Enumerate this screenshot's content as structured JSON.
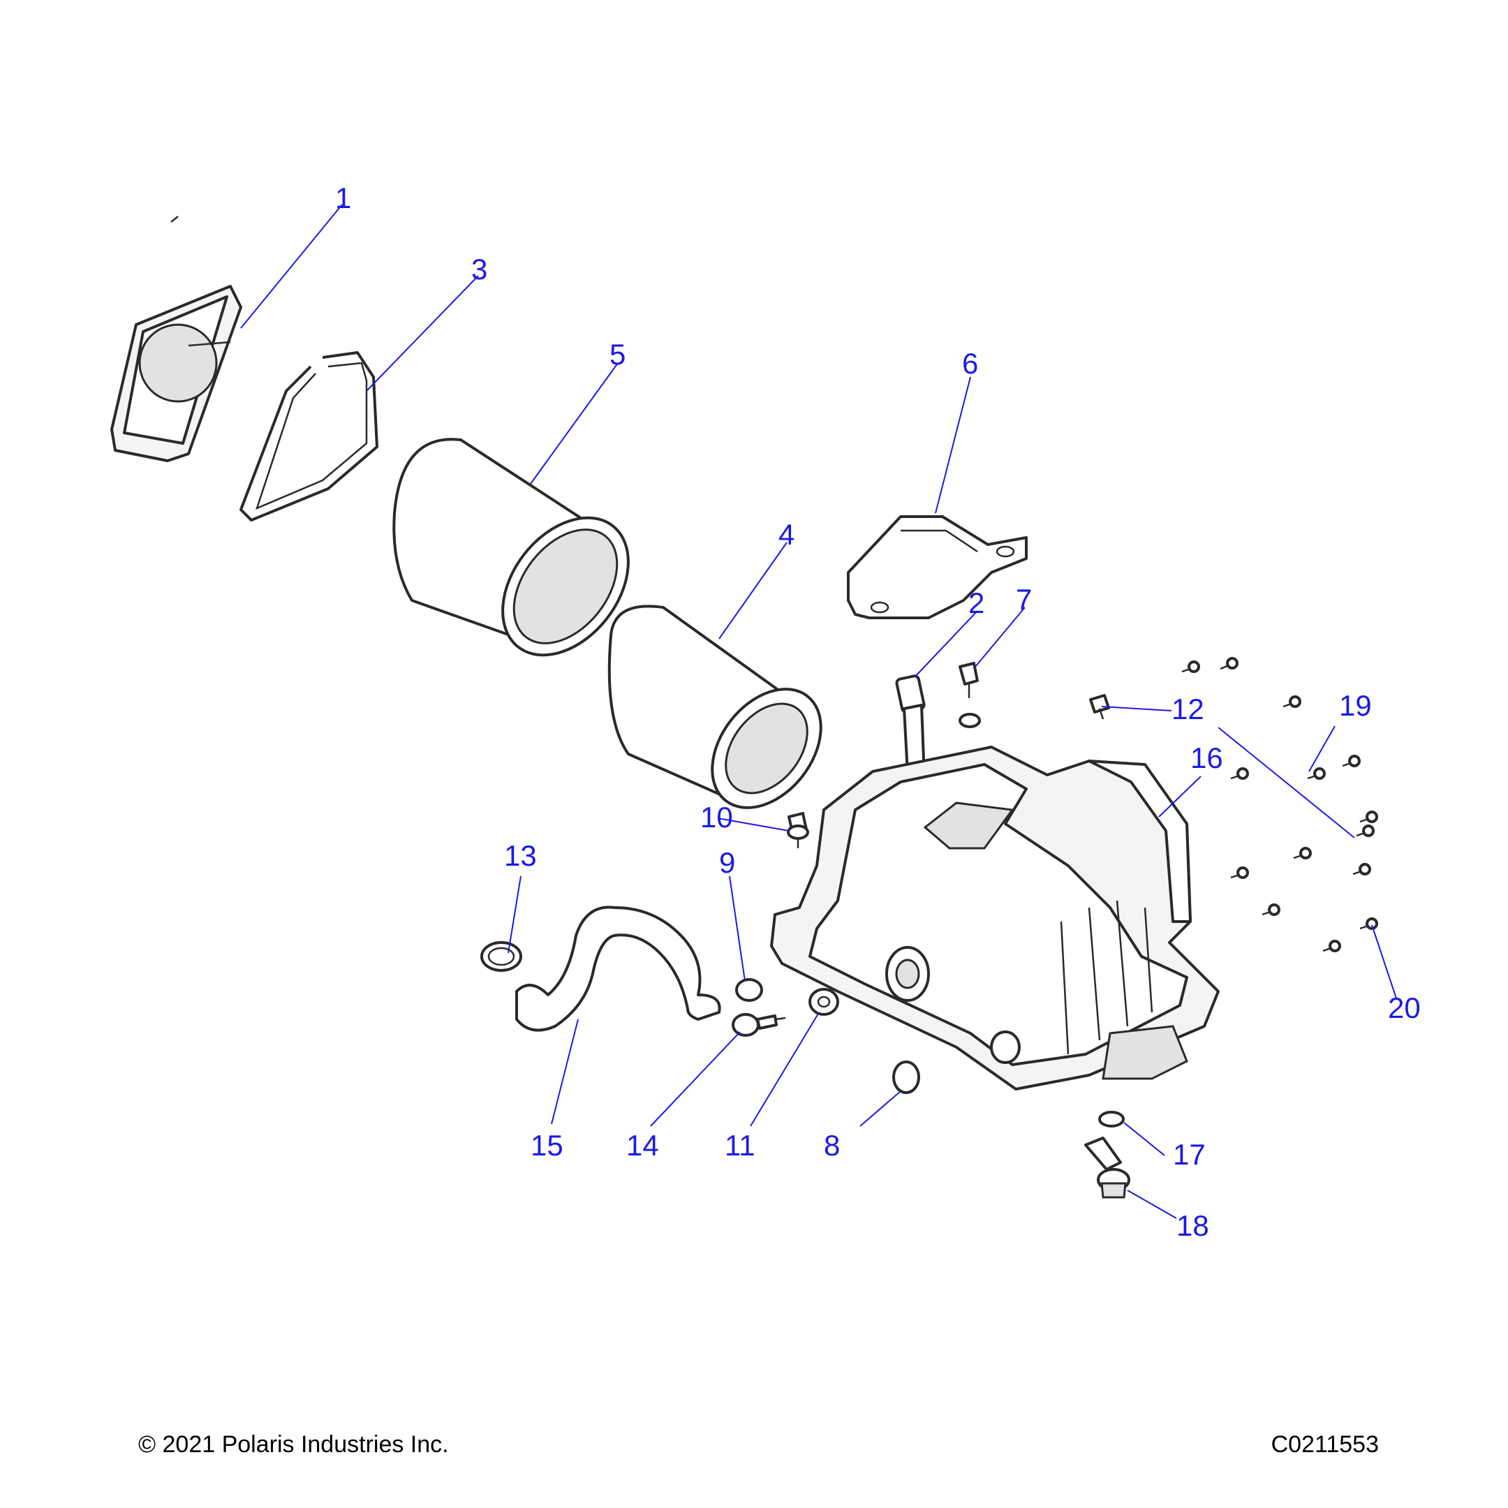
{
  "callouts": [
    "1",
    "2",
    "3",
    "4",
    "5",
    "6",
    "7",
    "8",
    "9",
    "10",
    "11",
    "12",
    "13",
    "14",
    "15",
    "16",
    "17",
    "18",
    "19",
    "20"
  ],
  "footer": {
    "copyright": "© 2021 Polaris Industries Inc.",
    "drawing_id": "C0211553"
  },
  "colors": {
    "callout": "#1a1ae6",
    "line": "#2a2a2a",
    "background": "#ffffff"
  }
}
